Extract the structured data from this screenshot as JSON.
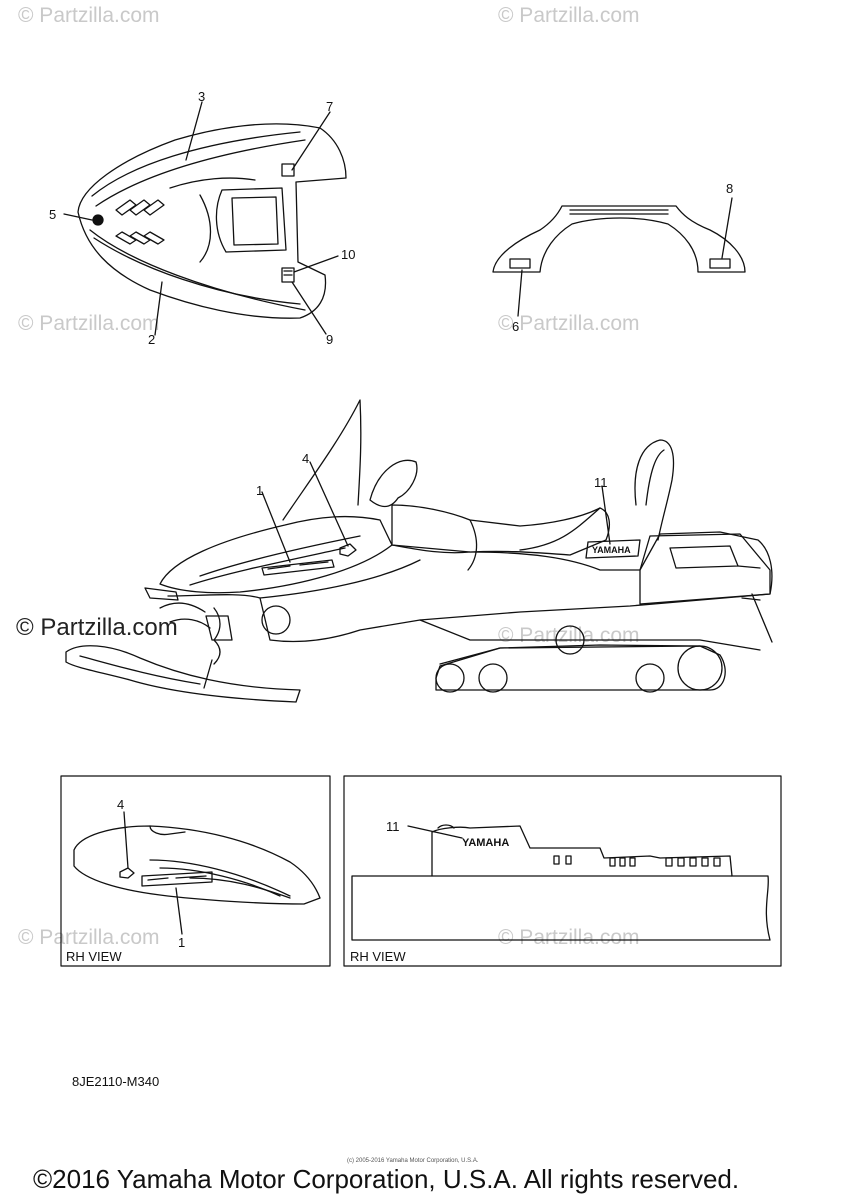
{
  "watermark": {
    "text": "© Partzilla.com"
  },
  "labels": [
    {
      "id": "top-3",
      "text": "3"
    },
    {
      "id": "top-7",
      "text": "7"
    },
    {
      "id": "top-5",
      "text": "5"
    },
    {
      "id": "top-10",
      "text": "10"
    },
    {
      "id": "top-2",
      "text": "2"
    },
    {
      "id": "top-9",
      "text": "9"
    },
    {
      "id": "side-8",
      "text": "8"
    },
    {
      "id": "side-6",
      "text": "6"
    },
    {
      "id": "main-4",
      "text": "4"
    },
    {
      "id": "main-1",
      "text": "1"
    },
    {
      "id": "main-11",
      "text": "11"
    },
    {
      "id": "rh1-4",
      "text": "4"
    },
    {
      "id": "rh1-1",
      "text": "1"
    },
    {
      "id": "rh2-11",
      "text": "11"
    }
  ],
  "panels": {
    "left_caption": "RH VIEW",
    "right_caption": "RH VIEW"
  },
  "decal_text": "YAMAHA",
  "diagram_code": "8JE2110-M340",
  "small_copyright": "(c) 2005-2016 Yamaha Motor Corporation, U.S.A.",
  "copyright": "©2016 Yamaha Motor Corporation, U.S.A. All rights reserved."
}
